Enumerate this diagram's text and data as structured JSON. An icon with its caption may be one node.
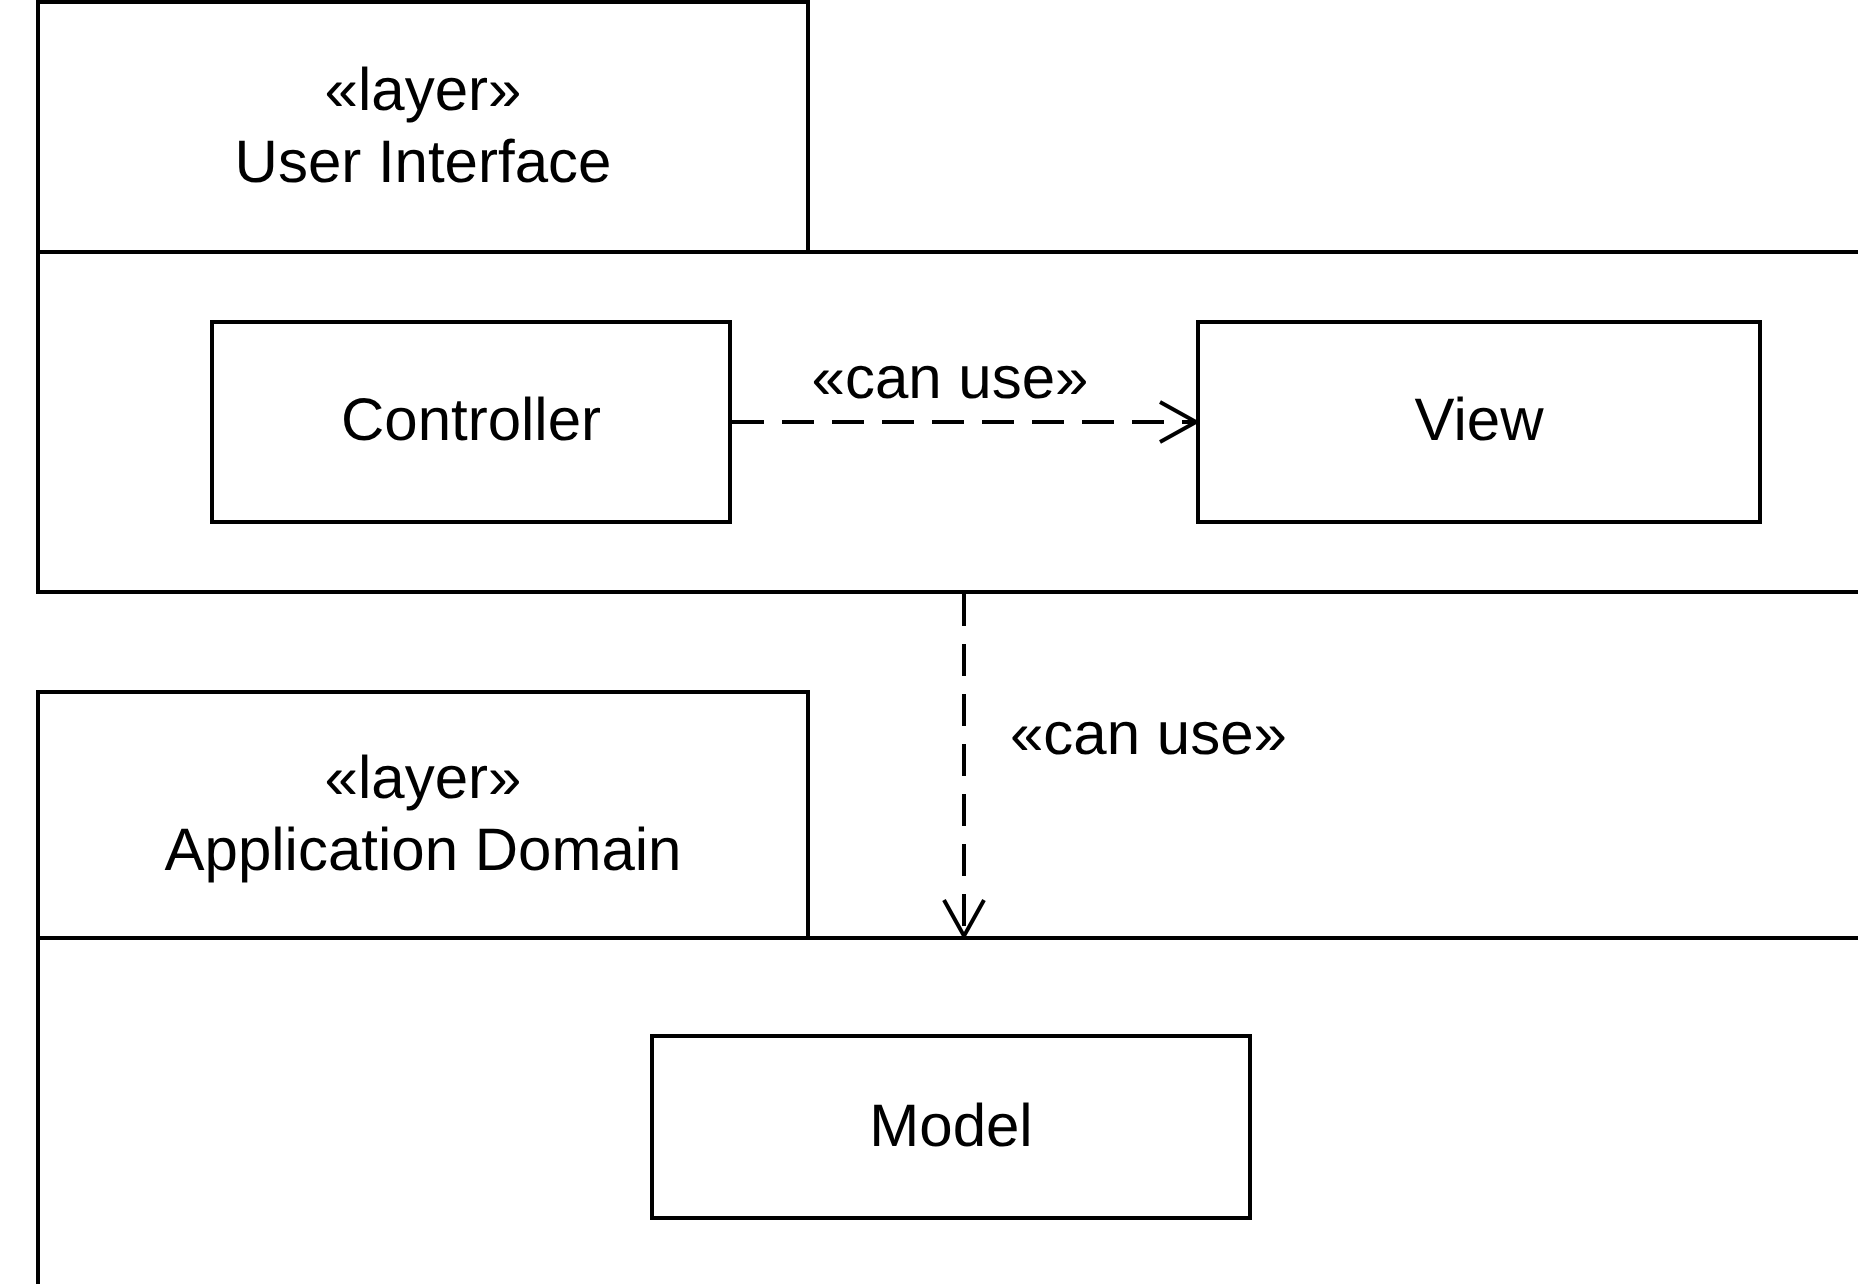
{
  "diagram": {
    "nodes": [
      {
        "text": [
          "«layer»",
          "User Interface"
        ]
      },
      {
        "text": [
          "Controller"
        ],
        "in": 0
      },
      {
        "text": [
          "View"
        ],
        "in": 0
      },
      {
        "text": [
          "«layer»",
          "Application Domain"
        ]
      },
      {
        "text": [
          "Model"
        ],
        "in": 3
      }
    ],
    "edges": [
      {
        "from": 1,
        "to": 2,
        "arrow": "to",
        "style": "dashed",
        "label": "«can use»"
      },
      {
        "from": 0,
        "to": 3,
        "arrow": "to",
        "style": "dashed",
        "label": "«can use»"
      }
    ]
  }
}
